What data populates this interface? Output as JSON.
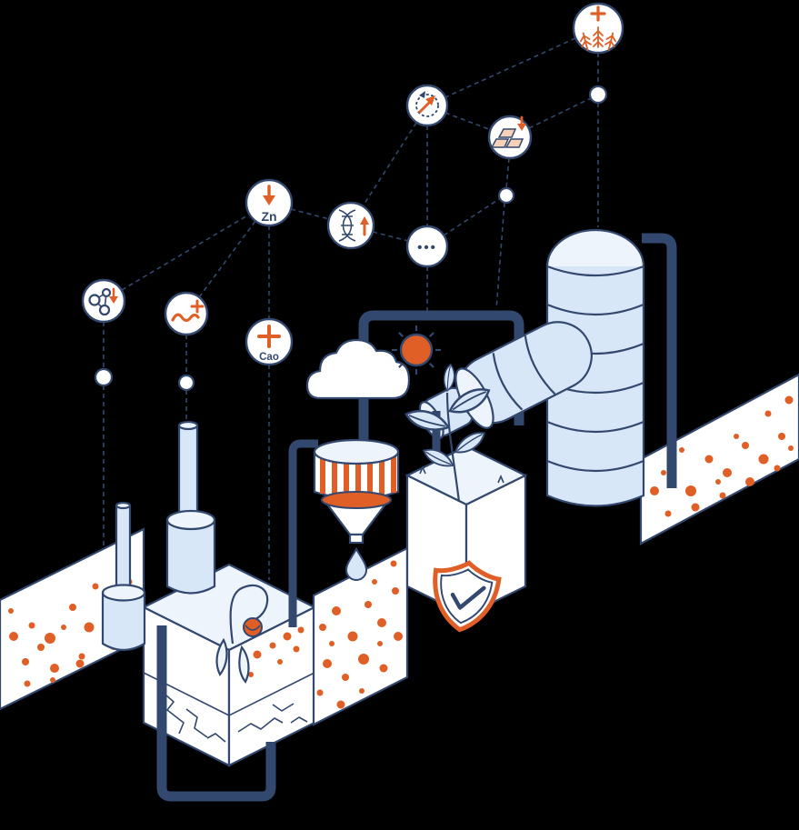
{
  "illustration": {
    "name": "soil-enrichment-process-illustration",
    "background": "#000000",
    "colors": {
      "navy": "#33486e",
      "orange": "#df5f26",
      "light_blue": "#d7e7f8",
      "pale_blue": "#edf4fc",
      "white": "#ffffff"
    },
    "nodes": [
      {
        "name": "wheat-yield-increase-node",
        "icon": "wheat-plus-icon",
        "label": ""
      },
      {
        "name": "nutrient-cycle-increase-node",
        "icon": "cycle-up-arrow-icon",
        "label": ""
      },
      {
        "name": "minerals-decrease-node",
        "icon": "gold-bars-down-arrow-icon",
        "label": ""
      },
      {
        "name": "zinc-decrease-node",
        "icon": "down-arrow-icon",
        "label": "Zn"
      },
      {
        "name": "dna-increase-node",
        "icon": "dna-up-arrow-icon",
        "label": ""
      },
      {
        "name": "more-elements-node",
        "icon": "ellipsis-icon",
        "label": "•••"
      },
      {
        "name": "molecule-decrease-node",
        "icon": "molecule-down-arrow-icon",
        "label": ""
      },
      {
        "name": "worm-increase-node",
        "icon": "worm-plus-icon",
        "label": ""
      },
      {
        "name": "calcium-increase-node",
        "icon": "plus-icon",
        "label": "Cao"
      }
    ],
    "scene": {
      "elements": [
        "reactor-tower",
        "storage-tank",
        "striped-hopper",
        "water-droplet",
        "cloud",
        "sun",
        "healthy-soil-cube",
        "growing-plant",
        "shield-check",
        "factory-soil-block",
        "wilted-plant",
        "chimneys",
        "soil-strips",
        "pipes"
      ]
    }
  }
}
